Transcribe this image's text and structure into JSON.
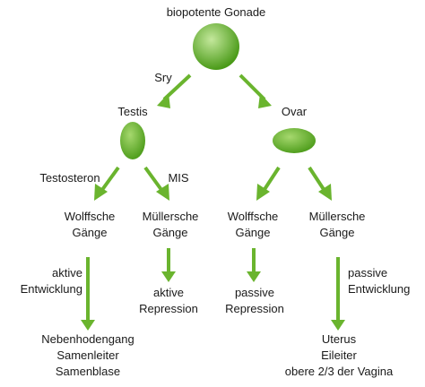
{
  "top": {
    "title": "biopotente Gonade"
  },
  "branches": {
    "male_signal": "Sry",
    "male_organ": "Testis",
    "female_organ": "Ovar"
  },
  "male": {
    "left_signal": "Testosteron",
    "right_signal": "MIS",
    "left_duct": [
      "Wolffsche",
      "Gänge"
    ],
    "right_duct": [
      "Müllersche",
      "Gänge"
    ],
    "left_effect": [
      "aktive",
      "Entwicklung"
    ],
    "right_effect": [
      "aktive",
      "Repression"
    ],
    "left_result": [
      "Nebenhodengang",
      "Samenleiter",
      "Samenblase"
    ]
  },
  "female": {
    "left_duct": [
      "Wolffsche",
      "Gänge"
    ],
    "right_duct": [
      "Müllersche",
      "Gänge"
    ],
    "left_effect": [
      "passive",
      "Repression"
    ],
    "right_effect": [
      "passive",
      "Entwicklung"
    ],
    "right_result": [
      "Uterus",
      "Eileiter",
      "obere 2/3 der Vagina"
    ]
  },
  "colors": {
    "arrow": "#6ab42e",
    "gonad_light": "#b6e08a",
    "gonad_dark": "#4f9e1c"
  }
}
